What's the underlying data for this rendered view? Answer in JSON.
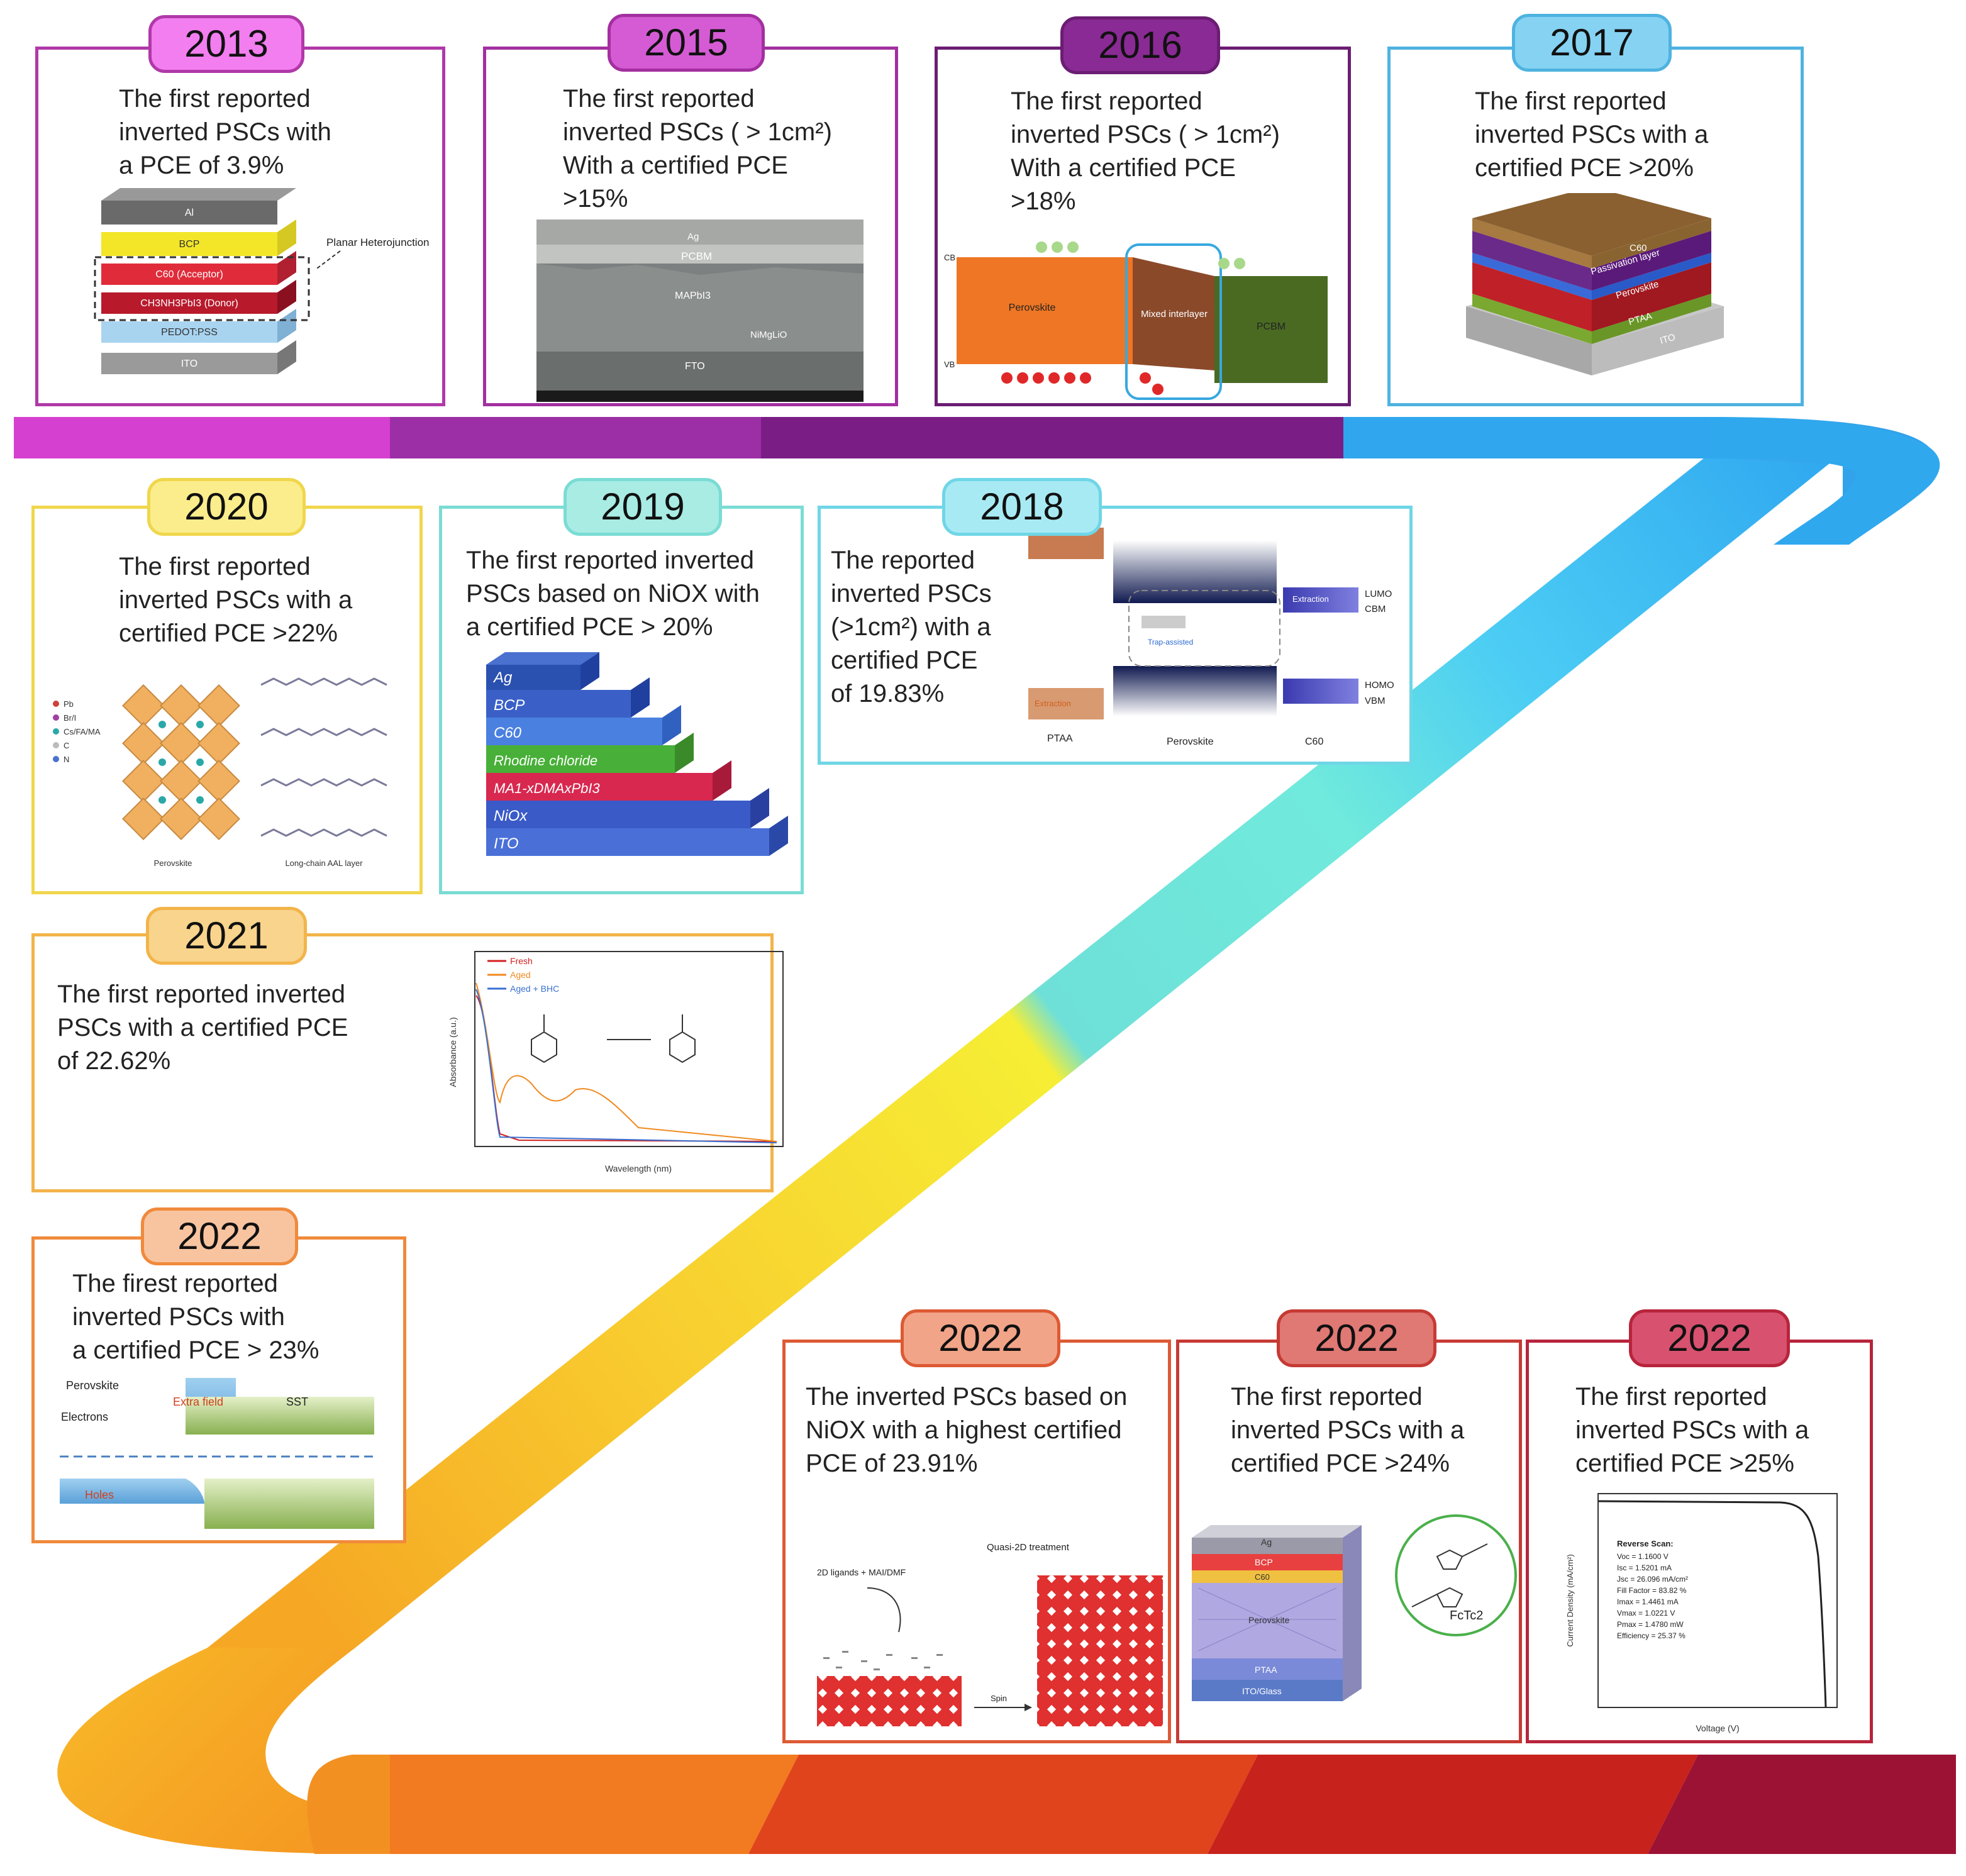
{
  "colors": {
    "ribbon": [
      "#d63fd0",
      "#9c2fa6",
      "#7a1f86",
      "#2fa6ee",
      "#40c0f4",
      "#6ee8da",
      "#f6ee36",
      "#f8c02c",
      "#f5a022",
      "#f06a1e",
      "#e0401c",
      "#c8201c",
      "#b01830",
      "#901030"
    ]
  },
  "milestones": [
    {
      "year": "2013",
      "text": "The first reported\ninverted PSCs with\na PCE of 3.9%",
      "border": "#b039a8",
      "tag_bg": "#f27ef0",
      "tag_border": "#b039a8",
      "figure": {
        "layers": [
          "Al",
          "BCP",
          "C60 (Acceptor)",
          "CH3NH3PbI3 (Donor)",
          "PEDOT:PSS",
          "ITO"
        ],
        "label": "Planar Heterojunction"
      }
    },
    {
      "year": "2015",
      "text": "The first reported\ninverted PSCs ( > 1cm²)\nWith a certified PCE\n>15%",
      "border": "#a32fa0",
      "tag_bg": "#d55bd4",
      "tag_border": "#a32fa0",
      "figure": {
        "labels": [
          "Ag",
          "PCBM",
          "MAPbI3",
          "NiMgLiO",
          "FTO"
        ]
      }
    },
    {
      "year": "2016",
      "text": "The first reported\ninverted PSCs ( > 1cm²)\nWith a certified PCE\n>18%",
      "border": "#6b1d73",
      "tag_bg": "#8a2a94",
      "tag_border": "#6b1d73",
      "figure": {
        "labels": [
          "Perovskite",
          "Mixed interlayer",
          "PCBM",
          "CB",
          "VB"
        ]
      }
    },
    {
      "year": "2017",
      "text": "The first reported\ninverted PSCs with a\ncertified PCE >20%",
      "border": "#4eb3e0",
      "tag_bg": "#86d2f2",
      "tag_border": "#4eb3e0",
      "figure": {
        "layers": [
          "C60",
          "Passivation layer",
          "Perovskite",
          "PTAA",
          "ITO"
        ]
      }
    },
    {
      "year": "2018",
      "text": "The reported\ninverted PSCs\n(>1cm²) with a\ncertified PCE\nof 19.83%",
      "border": "#6fd6e6",
      "tag_bg": "#a8eaf4",
      "tag_border": "#6fd6e6",
      "figure": {
        "labels": [
          "Extraction",
          "Trap-assisted",
          "Extraction",
          "LUMO",
          "CBM",
          "HOMO",
          "VBM",
          "PTAA",
          "Perovskite",
          "C60"
        ]
      }
    },
    {
      "year": "2019",
      "text": "The first reported inverted\nPSCs based on NiOX with\na certified PCE  > 20%",
      "border": "#7adcd4",
      "tag_bg": "#a8ece4",
      "tag_border": "#7adcd4",
      "figure": {
        "layers": [
          "Ag",
          "BCP",
          "C60",
          "Rhodine chloride",
          "MA1-xDMAxPbI3",
          "NiOx",
          "ITO"
        ]
      }
    },
    {
      "year": "2020",
      "text": "The first reported\ninverted PSCs with a\ncertified PCE >22%",
      "border": "#f0d64c",
      "tag_bg": "#fbed8c",
      "tag_border": "#f0d64c",
      "figure": {
        "legend": [
          "Pb",
          "Br/I",
          "Cs/FA/MA",
          "C",
          "N"
        ],
        "captions": [
          "Perovskite",
          "Long-chain AAL layer"
        ]
      }
    },
    {
      "year": "2021",
      "text": "The first reported inverted\nPSCs with a certified PCE\nof 22.62%",
      "border": "#f2b44a",
      "tag_bg": "#f8d48c",
      "tag_border": "#f2b44a",
      "figure": {
        "legend": [
          "Fresh",
          "Aged",
          "Aged + BHC"
        ],
        "xlabel": "Wavelength (nm)",
        "ylabel": "Absorbance (a.u.)"
      }
    },
    {
      "year": "2022",
      "text": "The firest reported\ninverted PSCs with\na certified PCE > 23%",
      "border": "#f08a3c",
      "tag_bg": "#f8c4a0",
      "tag_border": "#f08a3c",
      "figure": {
        "labels": [
          "Perovskite",
          "Extra field",
          "SST",
          "Electrons",
          "Holes"
        ]
      }
    },
    {
      "year": "2022",
      "text": "The inverted PSCs based on\nNiOX with a highest certified\nPCE of 23.91%",
      "border": "#dd5a34",
      "tag_bg": "#f2a488",
      "tag_border": "#dd5a34",
      "figure": {
        "labels": [
          "Quasi-2D treatment",
          "2D ligands +\nMAI/DMF",
          "Spin"
        ]
      }
    },
    {
      "year": "2022",
      "text": "The first reported\ninverted PSCs with a\ncertified PCE >24%",
      "border": "#c63a34",
      "tag_bg": "#e07874",
      "tag_border": "#c63a34",
      "figure": {
        "layers": [
          "Ag",
          "BCP",
          "C60",
          "Perovskite",
          "PTAA",
          "ITO/Glass"
        ],
        "molecule": "FcTc2"
      }
    },
    {
      "year": "2022",
      "text": "The first reported\ninverted PSCs with a\ncertified PCE >25%",
      "border": "#b8243c",
      "tag_bg": "#d85270",
      "tag_border": "#b8243c",
      "figure": {
        "title": "Reverse Scan:",
        "params": [
          "Voc = 1.1600 V",
          "Isc = 1.5201 mA",
          "Jsc = 26.096 mA/cm²",
          "Fill Factor = 83.82 %",
          "Imax = 1.4461 mA",
          "Vmax = 1.0221 V",
          "Pmax = 1.4780 mW",
          "Efficiency = 25.37 %"
        ],
        "xlabel": "Voltage (V)",
        "ylabel": "Current Density (mA/cm²)"
      }
    }
  ]
}
